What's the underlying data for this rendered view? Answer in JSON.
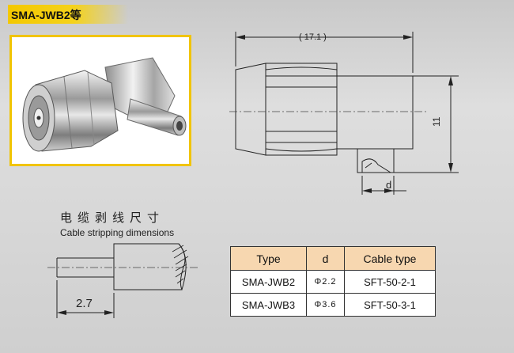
{
  "header": {
    "title": "SMA-JWB2等"
  },
  "photo": {
    "subject_icon": "sma-right-angle-connector-icon"
  },
  "top_drawing": {
    "overall_length_label": "( 17.1 )",
    "height_label": "11",
    "d_label": "d"
  },
  "stripping": {
    "title_cn": "电缆剥线尺寸",
    "title_en": "Cable stripping dimensions",
    "length_label": "2.7"
  },
  "spec_table": {
    "headers": [
      "Type",
      "d",
      "Cable type"
    ],
    "rows": [
      {
        "type": "SMA-JWB2",
        "d": "Φ2.2",
        "cable": "SFT-50-2-1"
      },
      {
        "type": "SMA-JWB3",
        "d": "Φ3.6",
        "cable": "SFT-50-3-1"
      }
    ]
  },
  "colors": {
    "accent": "#f3c800",
    "table_header": "#f7d7b0",
    "line": "#222222"
  }
}
